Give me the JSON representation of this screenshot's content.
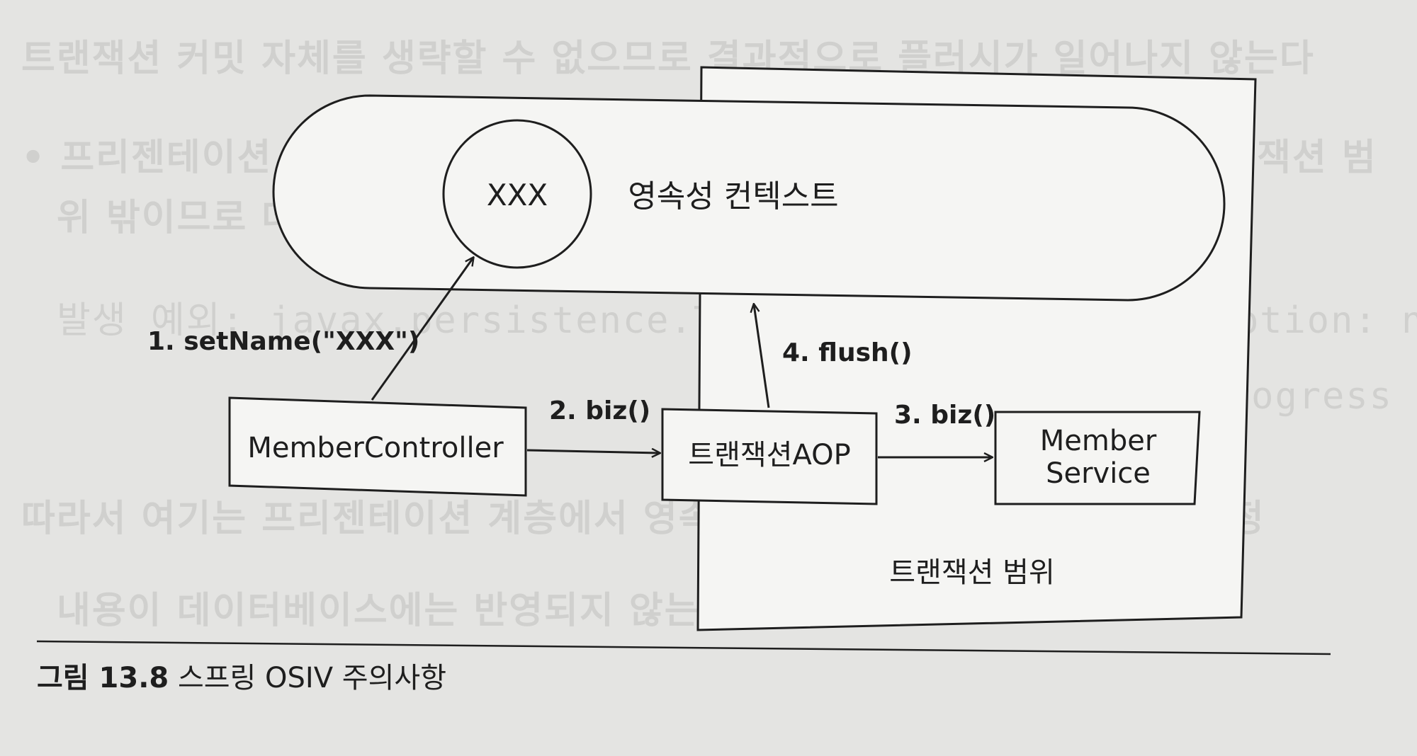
{
  "background_text": {
    "lines": [
      "트랜잭션 커밋 자체를 생략할 수 없으므로 결과적으로 플러시가 일어나지 않는다",
      "• 프리젠테이션 계층에서 em.flush()를 호출해서 강제로 플러시해도 트랜잭션 범",
      "위 밖이므로 데이터를 수정할 수 없다는 예외를 만난다.",
      "발생 예외: javax.persistence.TransactionRequiredException: no",
      "transaction is in progress",
      "따라서 여기는 프리젠테이션 계층에서 영속 상태의 엔티티를 수정했다고 수정",
      "내용이 데이터베이스에는 반영되지 않는다."
    ]
  },
  "diagram": {
    "persistence_context_label": "영속성 컨텍스트",
    "entity_label": "XXX",
    "controller_label": "MemberController",
    "aop_label": "트랜잭션AOP",
    "service_label_line1": "Member",
    "service_label_line2": "Service",
    "transaction_scope_label": "트랜잭션 범위",
    "arrow_set_name": "1. setName(\"XXX\")",
    "arrow_biz_1": "2. biz()",
    "arrow_biz_2": "3. biz()",
    "arrow_flush": "4. flush()"
  },
  "caption": {
    "figure_label": "그림 13.8",
    "title": "스프링 OSIV 주의사항"
  },
  "colors": {
    "ink": "#1e1e1e",
    "page": "#e4e4e2",
    "box_fill": "#f5f5f3"
  }
}
